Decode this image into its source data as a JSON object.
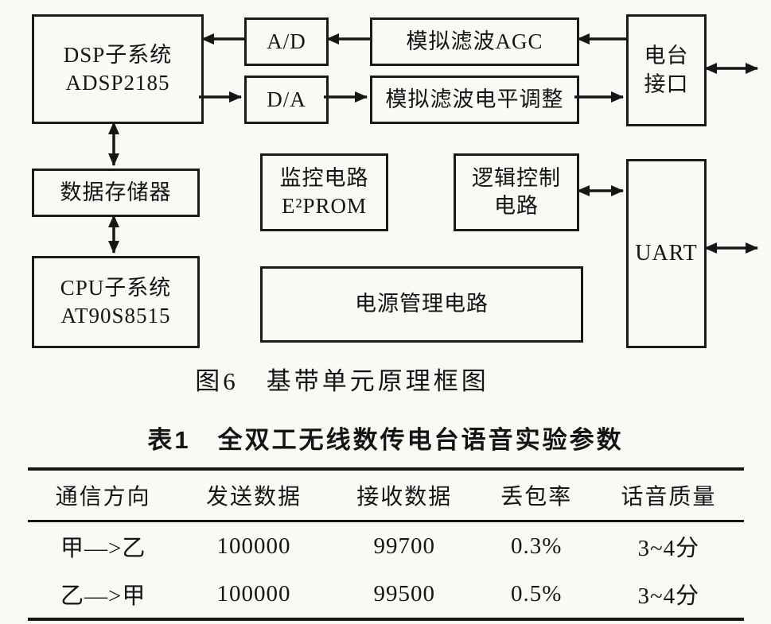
{
  "figure": {
    "caption": "图6　基带单元原理框图",
    "blocks": {
      "dsp": {
        "line1": "DSP子系统",
        "line2": "ADSP2185"
      },
      "ad": {
        "label": "A/D"
      },
      "agc": {
        "label": "模拟滤波AGC"
      },
      "radio_interface": {
        "line1": "电台",
        "line2": "接口"
      },
      "da": {
        "label": "D/A"
      },
      "level_adjust": {
        "label": "模拟滤波电平调整"
      },
      "data_memory": {
        "label": "数据存储器"
      },
      "monitor": {
        "line1": "监控电路",
        "line2": "E²PROM"
      },
      "logic_control": {
        "line1": "逻辑控制",
        "line2": "电路"
      },
      "uart": {
        "label": "UART"
      },
      "cpu": {
        "line1": "CPU子系统",
        "line2": "AT90S8515"
      },
      "power": {
        "label": "电源管理电路"
      }
    }
  },
  "table": {
    "title": "表1　全双工无线数传电台语音实验参数",
    "headers": [
      "通信方向",
      "发送数据",
      "接收数据",
      "丢包率",
      "话音质量"
    ],
    "rows": [
      [
        "甲—>乙",
        "100000",
        "99700",
        "0.3%",
        "3~4分"
      ],
      [
        "乙—>甲",
        "100000",
        "99500",
        "0.5%",
        "3~4分"
      ]
    ]
  },
  "colors": {
    "ink": "#161616",
    "paper": "#faf9f5"
  }
}
